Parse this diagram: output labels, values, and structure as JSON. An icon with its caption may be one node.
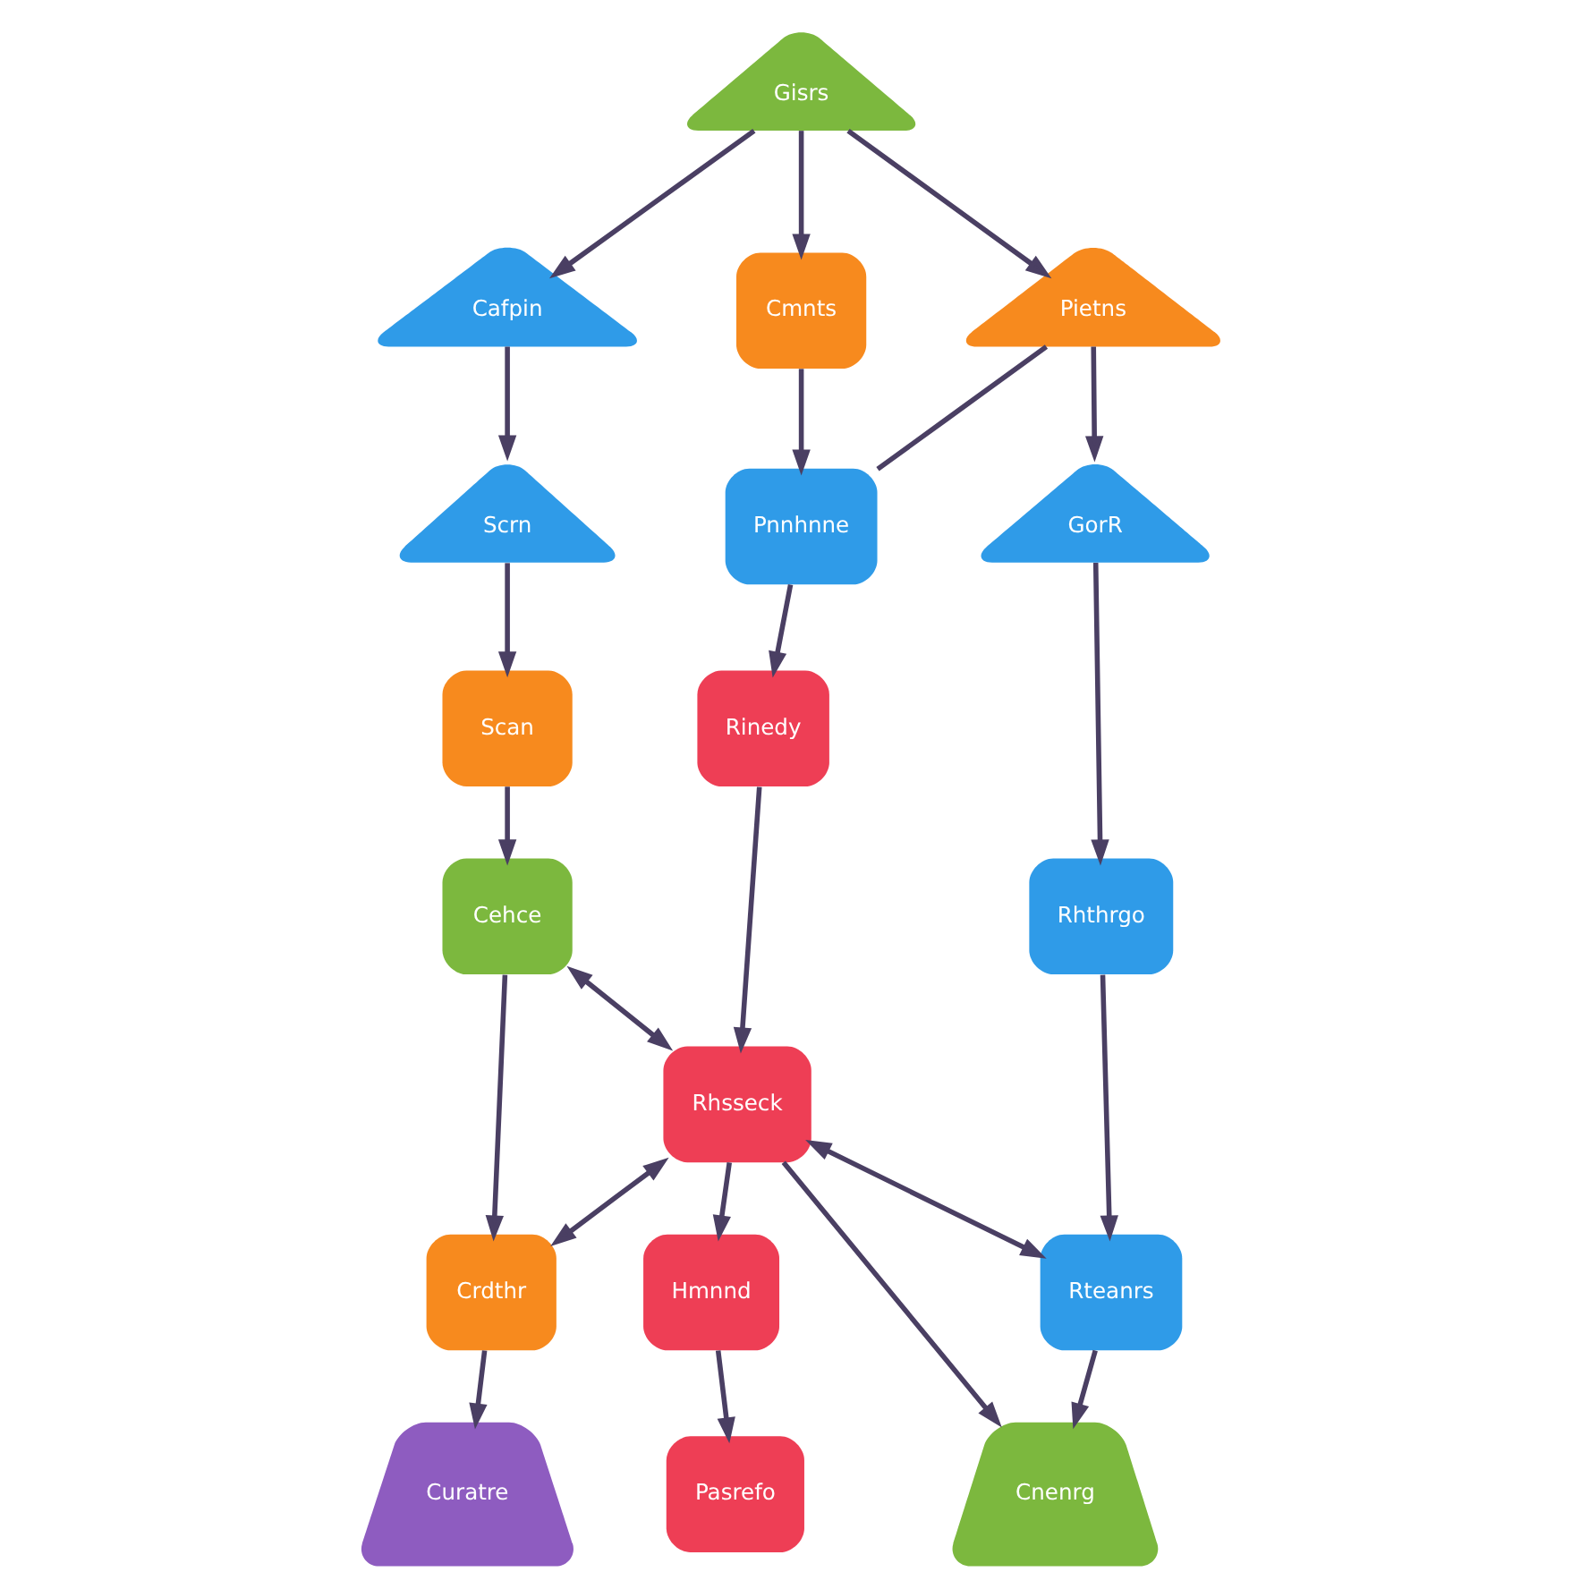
{
  "diagram": {
    "nodes": [
      {
        "text": [
          "Gisrs"
        ]
      },
      {
        "text": [
          "Cafpin"
        ]
      },
      {
        "text": [
          "Cmnts"
        ]
      },
      {
        "text": [
          "Pietns"
        ]
      },
      {
        "text": [
          "Scrn"
        ]
      },
      {
        "text": [
          "Pnnhnne"
        ]
      },
      {
        "text": [
          "GorR"
        ]
      },
      {
        "text": [
          "Scan"
        ]
      },
      {
        "text": [
          "Rinedy"
        ]
      },
      {
        "text": [
          "Rhthrgo"
        ]
      },
      {
        "text": [
          "Cehce"
        ]
      },
      {
        "text": [
          "Rhsseck"
        ]
      },
      {
        "text": [
          "Rteanrs"
        ]
      },
      {
        "text": [
          "Crdthr"
        ]
      },
      {
        "text": [
          "Hmnnd"
        ]
      },
      {
        "text": [
          "Cnenrg"
        ]
      },
      {
        "text": [
          "Curatre"
        ]
      },
      {
        "text": [
          "Pasrefo"
        ]
      }
    ],
    "edges": [
      {
        "from": 0,
        "to": 1,
        "arrow": "to"
      },
      {
        "from": 0,
        "to": 2,
        "arrow": "to"
      },
      {
        "from": 0,
        "to": 3,
        "arrow": "to"
      },
      {
        "from": 1,
        "to": 4,
        "arrow": "to"
      },
      {
        "from": 2,
        "to": 5,
        "arrow": "to"
      },
      {
        "from": 3,
        "to": 5,
        "arrow": "none"
      },
      {
        "from": 3,
        "to": 6,
        "arrow": "to"
      },
      {
        "from": 4,
        "to": 7,
        "arrow": "to"
      },
      {
        "from": 5,
        "to": 8,
        "arrow": "to"
      },
      {
        "from": 6,
        "to": 9,
        "arrow": "to"
      },
      {
        "from": 7,
        "to": 10,
        "arrow": "to"
      },
      {
        "from": 8,
        "to": 11,
        "arrow": "to"
      },
      {
        "from": 9,
        "to": 12,
        "arrow": "to"
      },
      {
        "from": 10,
        "to": 11,
        "arrow": "both"
      },
      {
        "from": 10,
        "to": 13,
        "arrow": "to"
      },
      {
        "from": 11,
        "to": 13,
        "arrow": "both"
      },
      {
        "from": 11,
        "to": 12,
        "arrow": "both"
      },
      {
        "from": 11,
        "to": 15,
        "arrow": "to"
      },
      {
        "from": 12,
        "to": 15,
        "arrow": "to"
      },
      {
        "from": 11,
        "to": 14,
        "arrow": "to"
      },
      {
        "from": 13,
        "to": 16,
        "arrow": "to"
      },
      {
        "from": 14,
        "to": 17,
        "arrow": "to"
      }
    ]
  }
}
